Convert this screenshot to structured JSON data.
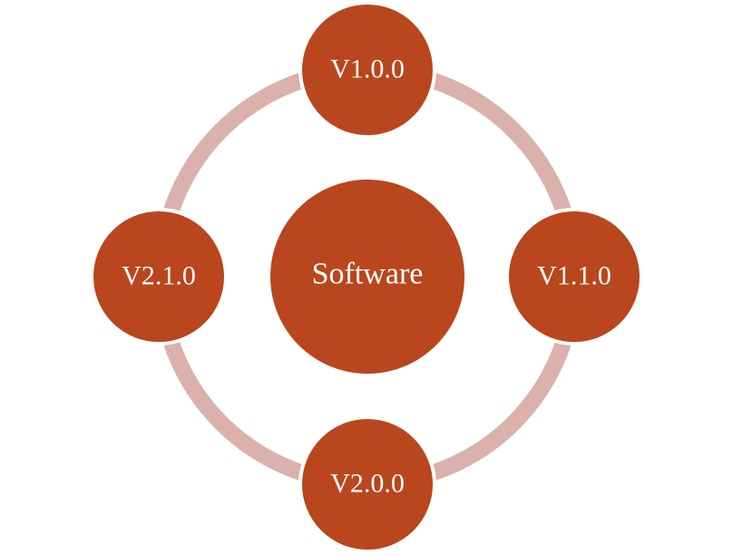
{
  "diagram": {
    "center": {
      "label": "Software"
    },
    "nodes": [
      {
        "label": "V1.0.0"
      },
      {
        "label": "V1.1.0"
      },
      {
        "label": "V2.0.0"
      },
      {
        "label": "V2.1.0"
      }
    ]
  },
  "colors": {
    "node": "#B9461D",
    "ring": "#DBB1AB",
    "text": "#FFFFFF"
  }
}
